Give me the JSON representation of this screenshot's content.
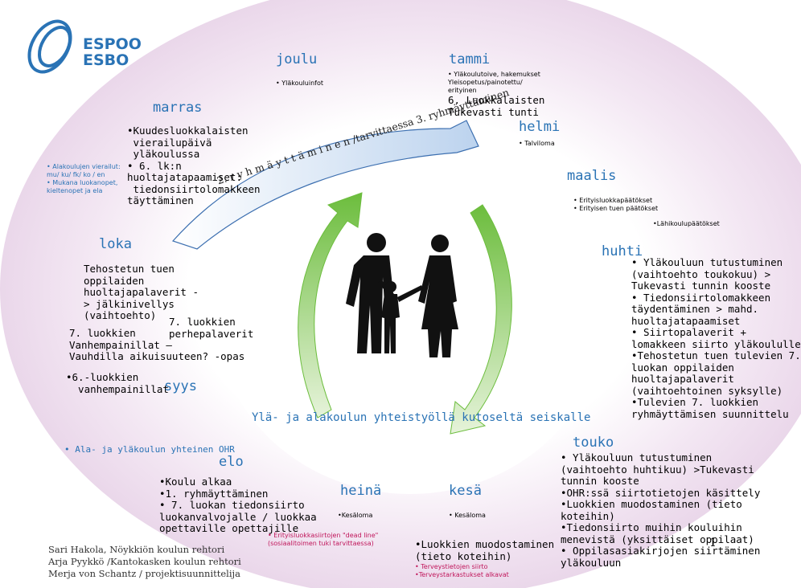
{
  "logo": {
    "line1": "ESPOO",
    "line2": "ESBO",
    "color": "#2a73b5"
  },
  "center_title": "Ylä- ja alakoulun yhteistyöllä kutoseltä seiskalle",
  "arrow_text": "2. r y h m ä y t t ä m i n e n /tarvittaessa 3. ryhmäyttäminen",
  "authors": [
    "Sari Hakola, Nöykkiön koulun rehtori",
    "Arja Pyykkö /Kantokasken koulun rehtori",
    "Merja von Schantz / projektisuunnittelija"
  ],
  "left_note": [
    "• Alakoulujen vierailut:",
    "mu/ ku/ fk/ ko / en",
    "• Mukana luokanopet,",
    "kieltenopet ja ela"
  ],
  "months": {
    "marras": {
      "label": "marras",
      "items": [
        "•Kuudesluokkalaisten",
        " vierailupäivä",
        " yläkoulussa",
        "• 6. lk:n",
        "huoltajatapaamiset:",
        " tiedonsiirtolomakkeen",
        "täyttäminen"
      ]
    },
    "joulu": {
      "label": "joulu",
      "items": [
        "• Yläkouluinfot"
      ]
    },
    "tammi": {
      "label": "tammi",
      "items": [
        "• Yläkoulutoive, hakemukset",
        "Yleisopetus/painotettu/",
        "erityinen"
      ],
      "big": [
        "6. Luokkalaisten",
        "Tukevasti tunti"
      ]
    },
    "helmi": {
      "label": "helmi",
      "items": [
        "• Talviloma"
      ]
    },
    "maalis": {
      "label": "maalis",
      "items": [
        "• Erityisluokkapäätökset",
        "• Erityisen tuen päätökset"
      ]
    },
    "laahi": "•Lähikoulupäätökset",
    "loka": {
      "label": "loka",
      "items": [
        "Tehostetun tuen",
        "oppilaiden",
        "huoltajapalaverit -",
        "> jälkinivellys",
        "(vaihtoehto)"
      ]
    },
    "loka2": [
      "7. luokkien",
      "Vanhempainillat –",
      "Vauhdilla aikuisuuteen? -opas"
    ],
    "loka3": [
      "7. luokkien",
      "perhepalaverit"
    ],
    "syys_pre": [
      "•6.-luokkien",
      "  vanhempainillat"
    ],
    "syys": {
      "label": "syys"
    },
    "huhti": {
      "label": "huhti",
      "items": [
        "• Yläkouluun tutustuminen",
        "(vaihtoehto toukokuu) >",
        "Tukevasti tunnin kooste",
        "• Tiedonsiirtolomakkeen",
        "täydentäminen > mahd.",
        "huoltajatapaamiset",
        "• Siirtopalaverit +",
        "lomakkeen siirto yläkoululle",
        "•Tehostetun tuen tulevien 7.",
        "luokan oppilaiden",
        "huoltajapalaverit",
        "(vaihtoehtoinen syksylle)",
        "•Tulevien 7. luokkien",
        "ryhmäyttämisen suunnittelu"
      ]
    },
    "touko": {
      "label": "touko",
      "items": [
        "• Yläkouluun tutustuminen",
        "(vaihtoehto huhtikuu) >Tukevasti",
        "tunnin kooste",
        "•OHR:ssä siirtotietojen käsittely",
        "•Luokkien muodostaminen (tieto",
        "koteihin)",
        "•Tiedonsiirto muihin kouluihin",
        "menevistä (yksittäiset oppilaat)",
        "• Oppilasasiakirjojen siirtäminen",
        "yläkouluun"
      ]
    },
    "elo": {
      "label": "elo",
      "items": [
        "•Koulu alkaa",
        "•1. ryhmäyttäminen",
        "• 7. luokan tiedonsiirto",
        "luokanvalvojalle / luokkaa",
        "opettaville opettajille"
      ]
    },
    "ohr": "• Ala- ja yläkoulun yhteinen OHR",
    "heina": {
      "label": "heinä",
      "items": [
        "•Kesäloma"
      ]
    },
    "kesa": {
      "label": "kesä",
      "items": [
        "• Kesäloma"
      ]
    },
    "deadline": [
      "• Erityisluokkasiirtojen \"dead line\"",
      "(sosiaalitoimen tuki tarvittaessa)"
    ],
    "kesa_bottom": [
      "•Luokkien muodostaminen",
      "(tieto koteihin)"
    ],
    "kesa_red": [
      "• Terveystietojen siirto",
      "•Terveystarkastukset alkavat"
    ]
  },
  "page_number": "1"
}
